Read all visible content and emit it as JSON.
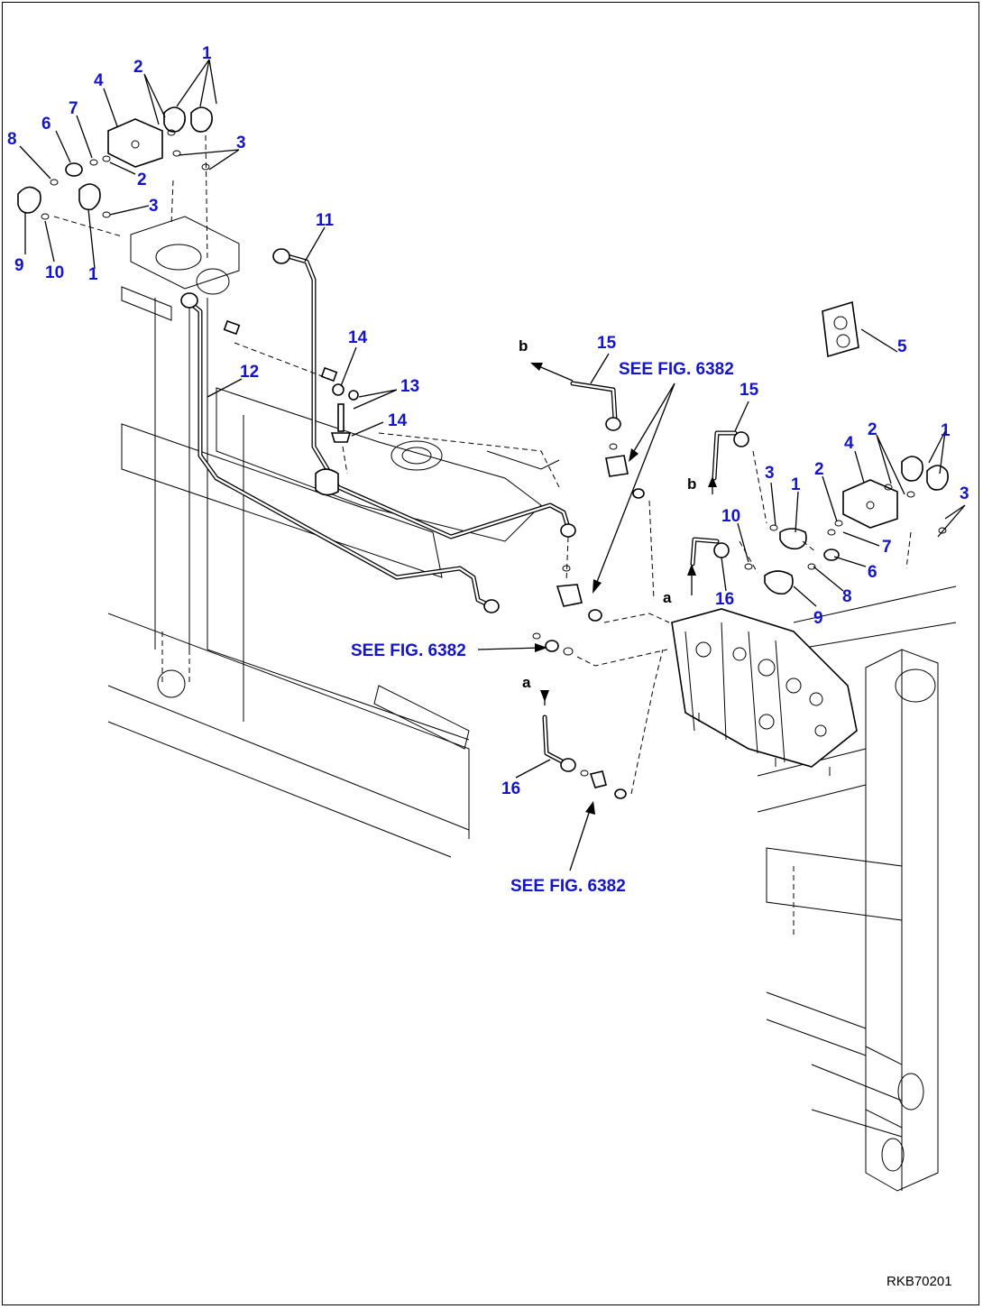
{
  "callouts": {
    "l1a": "1",
    "l2a": "2",
    "l3a": "3",
    "l4a": "4",
    "l6a": "6",
    "l7a": "7",
    "l2b": "2",
    "l3b": "3",
    "l8a": "8",
    "l9a": "9",
    "l10a": "10",
    "l1b": "1",
    "l11": "11",
    "l12": "12",
    "l13": "13",
    "l14a": "14",
    "l14b": "14",
    "l15a": "15",
    "l15b": "15",
    "l5": "5",
    "l1c": "1",
    "l2c": "2",
    "l3c": "3",
    "l4c": "4",
    "l1d": "1",
    "l2d": "2",
    "l3d": "3",
    "l7b": "7",
    "l10b": "10",
    "l6b": "6",
    "l8b": "8",
    "l9b": "9",
    "l16a": "16",
    "l16b": "16"
  },
  "references": {
    "see_fig_1": "SEE FIG. 6382",
    "see_fig_2": "SEE FIG. 6382",
    "see_fig_3": "SEE FIG. 6382"
  },
  "connection_letters": {
    "b_top": "b",
    "b_right": "b",
    "a_right": "a",
    "a_bottom": "a"
  },
  "drawing_code": "RKB70201"
}
